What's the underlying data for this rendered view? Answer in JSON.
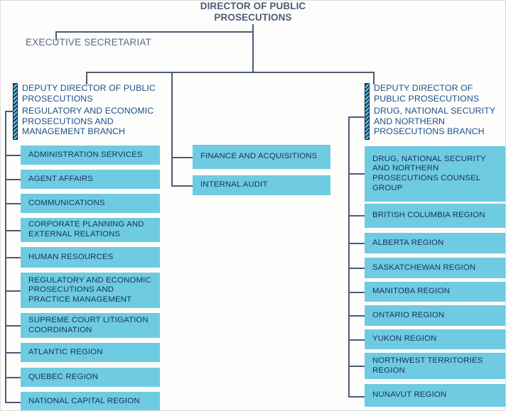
{
  "colors": {
    "box_fill": "#6ecbe1",
    "box_text": "#17335c",
    "title_text": "#4e5b78",
    "branch_head_text": "#1d4f86",
    "connector": "#4e5b72",
    "hatch_dark": "#12385f",
    "page_bg": "#fdfdfc"
  },
  "root": {
    "title": "DIRECTOR OF PUBLIC PROSECUTIONS"
  },
  "executive_secretariat": {
    "title": "EXECUTIVE SECRETARIAT"
  },
  "left_branch": {
    "header_line1": "DEPUTY DIRECTOR OF PUBLIC PROSECUTIONS",
    "header_line2": "REGULATORY AND ECONOMIC PROSECUTIONS AND MANAGEMENT BRANCH",
    "items": [
      {
        "label": "ADMINISTRATION SERVICES"
      },
      {
        "label": "AGENT AFFAIRS"
      },
      {
        "label": "COMMUNICATIONS"
      },
      {
        "label": "CORPORATE PLANNING AND EXTERNAL RELATIONS"
      },
      {
        "label": "HUMAN RESOURCES"
      },
      {
        "label": "REGULATORY AND ECONOMIC PROSECUTIONS AND PRACTICE MANAGEMENT"
      },
      {
        "label": "SUPREME COURT LITIGATION COORDINATION"
      },
      {
        "label": "ATLANTIC REGION"
      },
      {
        "label": "QUEBEC REGION"
      },
      {
        "label": "NATIONAL CAPITAL REGION"
      }
    ]
  },
  "center_branch": {
    "items": [
      {
        "label": "FINANCE AND ACQUISITIONS"
      },
      {
        "label": "INTERNAL AUDIT"
      }
    ]
  },
  "right_branch": {
    "header_line1": "DEPUTY DIRECTOR OF PUBLIC PROSECUTIONS",
    "header_line2": "DRUG, NATIONAL SECURITY AND NORTHERN PROSECUTIONS BRANCH",
    "items": [
      {
        "label": "DRUG, NATIONAL SECURITY AND NORTHERN PROSECUTIONS COUNSEL GROUP"
      },
      {
        "label": "BRITISH COLUMBIA REGION"
      },
      {
        "label": "ALBERTA REGION"
      },
      {
        "label": "SASKATCHEWAN REGION"
      },
      {
        "label": "MANITOBA REGION"
      },
      {
        "label": "ONTARIO REGION"
      },
      {
        "label": "YUKON REGION"
      },
      {
        "label": "NORTHWEST TERRITORIES REGION"
      },
      {
        "label": "NUNAVUT REGION"
      }
    ]
  }
}
